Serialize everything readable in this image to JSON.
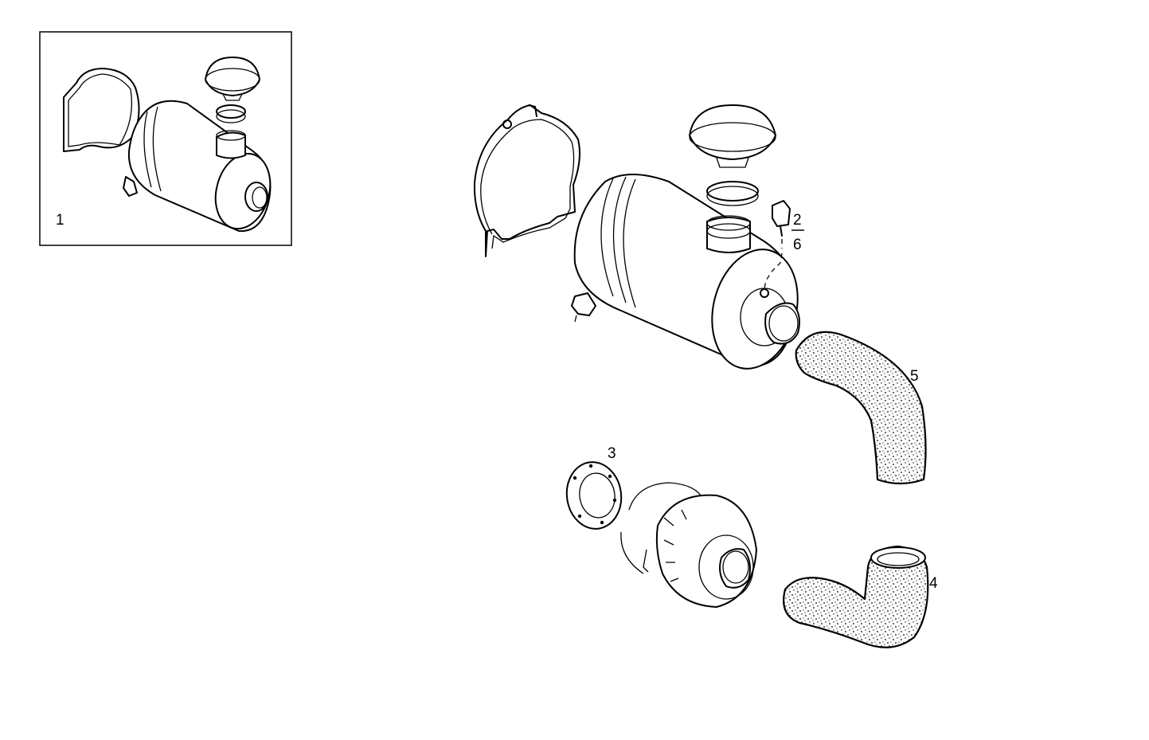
{
  "callouts": {
    "assembly": "1",
    "indicator_top": "2",
    "indicator_bottom": "6",
    "gasket": "3",
    "elbow_hose": "4",
    "bent_hose": "5"
  }
}
